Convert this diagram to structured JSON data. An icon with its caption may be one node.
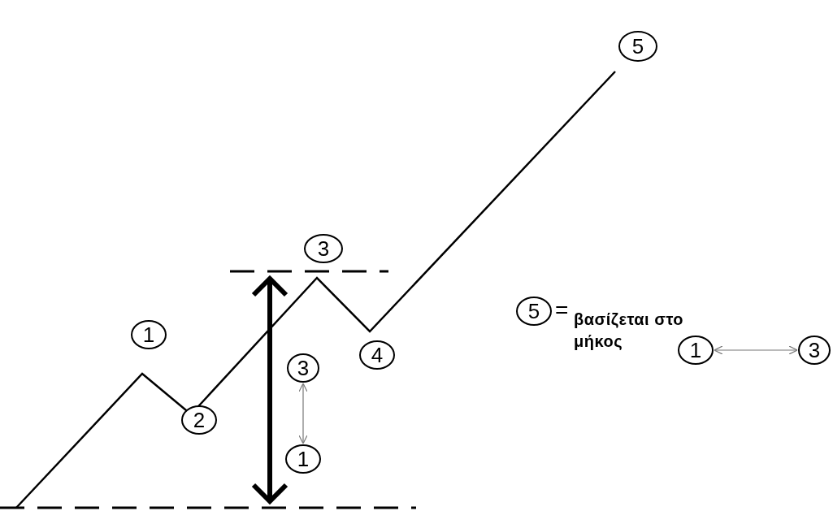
{
  "diagram": {
    "nodes": [
      {
        "text": [
          "5"
        ]
      },
      {
        "text": [
          "3"
        ]
      },
      {
        "text": [
          "1"
        ]
      },
      {
        "text": [
          "5"
        ]
      },
      {
        "text": [
          "3"
        ]
      },
      {
        "text": [
          "4"
        ]
      },
      {
        "text": [
          "2"
        ]
      },
      {
        "text": [
          "1"
        ]
      },
      {
        "text": [
          "1"
        ]
      },
      {
        "text": [
          "3"
        ]
      }
    ],
    "edges": [
      {
        "from": 4,
        "to": 7,
        "arrow": "both"
      },
      {
        "from": 8,
        "to": 9,
        "arrow": "both"
      }
    ],
    "labels": [
      "=",
      "βασίζεται στο μήκος"
    ]
  }
}
